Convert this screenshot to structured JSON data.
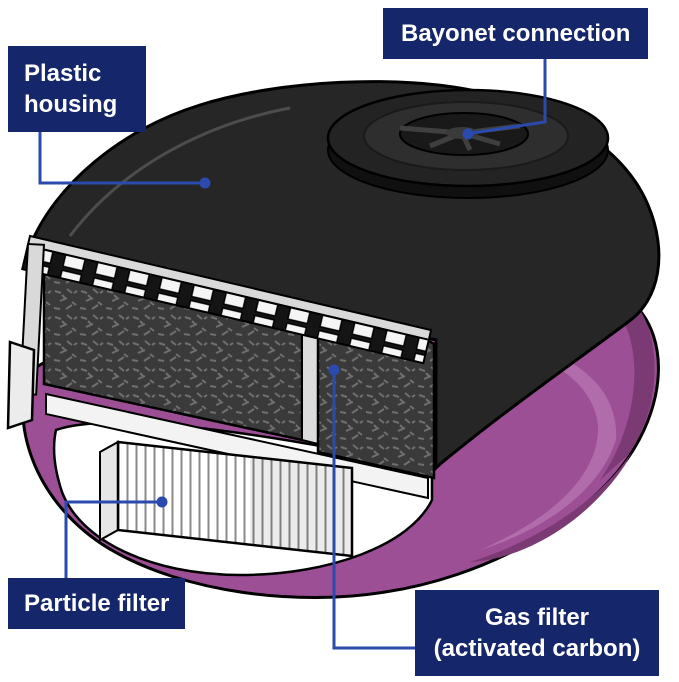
{
  "callouts": {
    "plastic_housing": {
      "label": "Plastic housing"
    },
    "bayonet_connection": {
      "label": "Bayonet connection"
    },
    "particle_filter": {
      "label": "Particle filter"
    },
    "gas_filter": {
      "label": "Gas filter (activated carbon)"
    }
  },
  "colors": {
    "label_background": "#16266b",
    "connector_blue": "#2a4aad",
    "housing_black": "#262626",
    "filter_body_purple": "#9c4f95",
    "carbon_gray": "#3a3a3a",
    "pleat_white": "#ffffff"
  }
}
